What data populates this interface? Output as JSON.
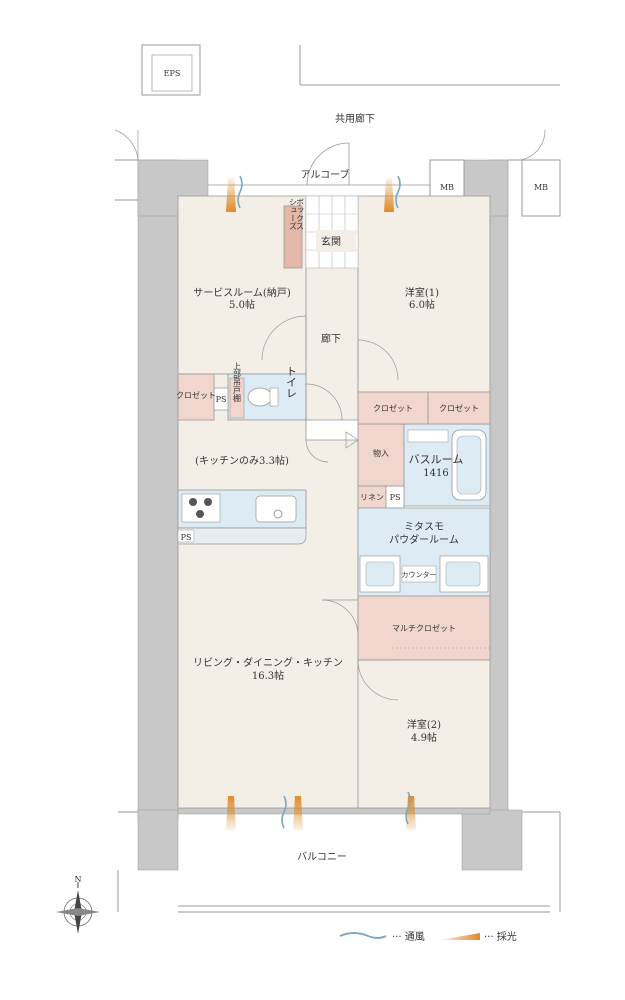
{
  "labels": {
    "eps": "EPS",
    "corridor": "共用廊下",
    "alcove": "アルコーブ",
    "mb_left": "MB",
    "mb_right": "MB",
    "entrance": "玄関",
    "shoes_box": "シューズボックス",
    "service_room": "サービスルーム(納戸)",
    "service_room_size": "5.0帖",
    "western1": "洋室(1)",
    "western1_size": "6.0帖",
    "hallway": "廊下",
    "closet_left": "クロゼット",
    "ps_left": "PS",
    "toilet": "トイレ",
    "upper_shelf": "上部吊戸棚",
    "closet_w1a": "クロゼット",
    "closet_w1b": "クロゼット",
    "kitchen_only": "(キッチンのみ3.3帖)",
    "storage": "物入",
    "bathroom": "バスルーム",
    "bathroom_size": "1416",
    "linen": "リネン",
    "ps_mid": "PS",
    "ps_kitchen": "PS",
    "powder_room_1": "ミタスモ",
    "powder_room_2": "パウダールーム",
    "counter": "カウンター",
    "multi_closet": "マルチクロゼット",
    "ldk": "リビング・ダイニング・キッチン",
    "ldk_size": "16.3帖",
    "western2": "洋室(2)",
    "western2_size": "4.9帖",
    "balcony": "バルコニー",
    "north": "N"
  },
  "legend": {
    "ventilation": "··· 通風",
    "light": "··· 採光"
  },
  "colors": {
    "room": "#f3efe6",
    "wall": "#c8c8c8",
    "wet": "#dcebf4",
    "closet": "#f0d6cc",
    "shoes": "#e3b8a8",
    "vent": "#7fa8bf",
    "light": "#e08a2a"
  }
}
